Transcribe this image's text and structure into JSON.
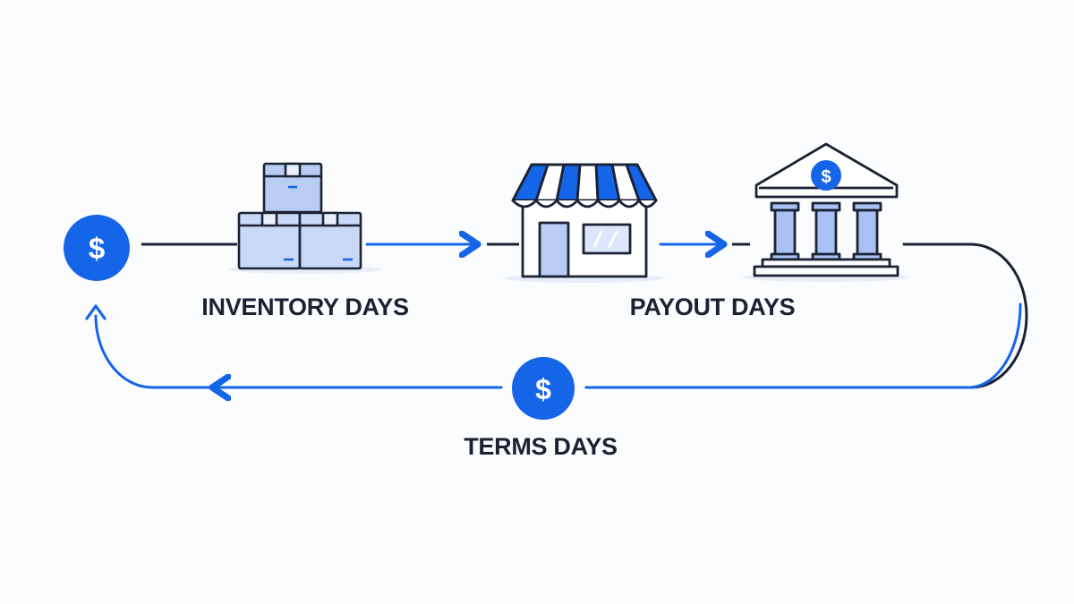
{
  "colors": {
    "accent": "#1565e8",
    "dark": "#1a2233",
    "fill_light": "#dde7fb",
    "fill_mid": "#a9c0f2",
    "background": "#fbfcfe"
  },
  "nodes": {
    "start_coin": {
      "symbol": "$",
      "icon": "dollar-coin-icon"
    },
    "inventory": {
      "label": "INVENTORY DAYS",
      "icon": "boxes-icon"
    },
    "store": {
      "icon": "storefront-icon"
    },
    "bank": {
      "label": "PAYOUT DAYS",
      "icon": "bank-icon",
      "badge_symbol": "$"
    },
    "terms": {
      "label": "TERMS DAYS",
      "symbol": "$",
      "icon": "dollar-coin-icon"
    }
  }
}
